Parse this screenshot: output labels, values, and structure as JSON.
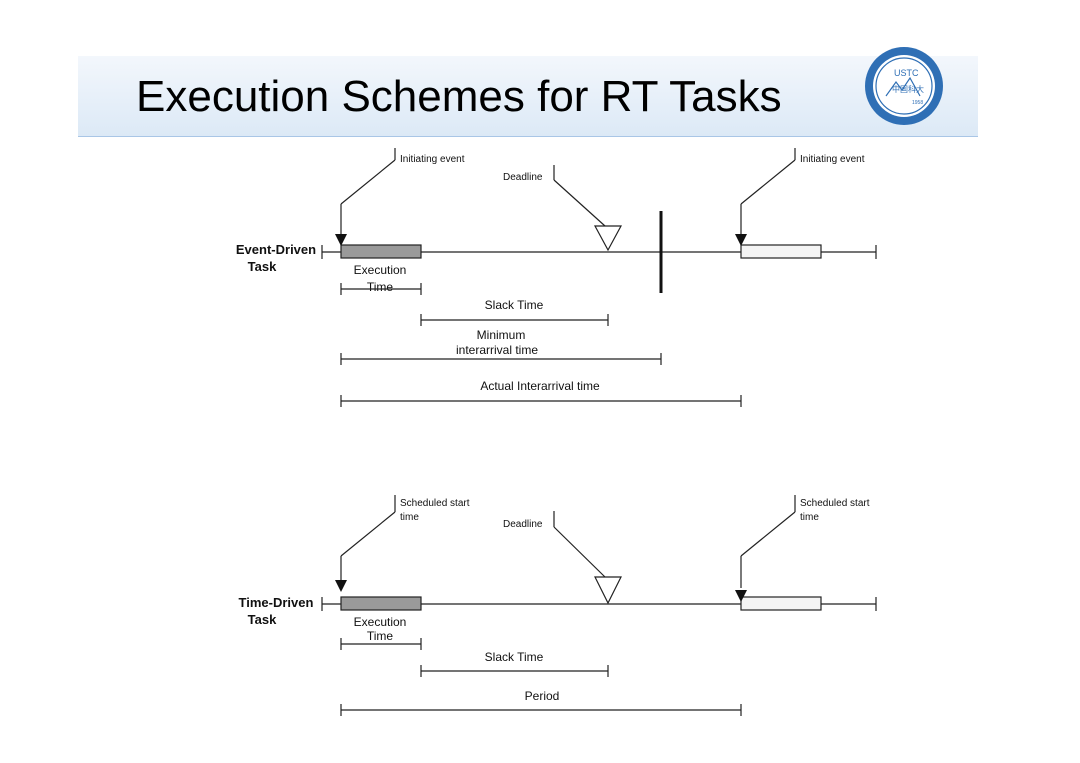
{
  "slide": {
    "title": "Execution Schemes for RT Tasks",
    "logo_text": "USTC",
    "logo_cn": "中国科大",
    "logo_year": "1958"
  },
  "event_driven": {
    "row_label_1": "Event-Driven",
    "row_label_2": "Task",
    "initiating_event_1": "Initiating event",
    "initiating_event_2": "Initiating event",
    "deadline": "Deadline",
    "execution_1": "Execution",
    "execution_2": "Time",
    "slack_time": "Slack Time",
    "min_interarrival_1": "Minimum",
    "min_interarrival_2": "interarrival time",
    "actual_interarrival": "Actual Interarrival time"
  },
  "time_driven": {
    "row_label_1": "Time-Driven",
    "row_label_2": "Task",
    "scheduled_start_a1": "Scheduled start",
    "scheduled_start_a2": "time",
    "scheduled_start_b1": "Scheduled start",
    "scheduled_start_b2": "time",
    "deadline": "Deadline",
    "execution_1": "Execution",
    "execution_2": "Time",
    "slack_time": "Slack Time",
    "period": "Period"
  },
  "colors": {
    "title_band_top": "#f3f7fc",
    "title_band_bottom": "#dce9f6",
    "logo_blue": "#2f6fb5",
    "exec_fill": "#9a9a9a"
  }
}
